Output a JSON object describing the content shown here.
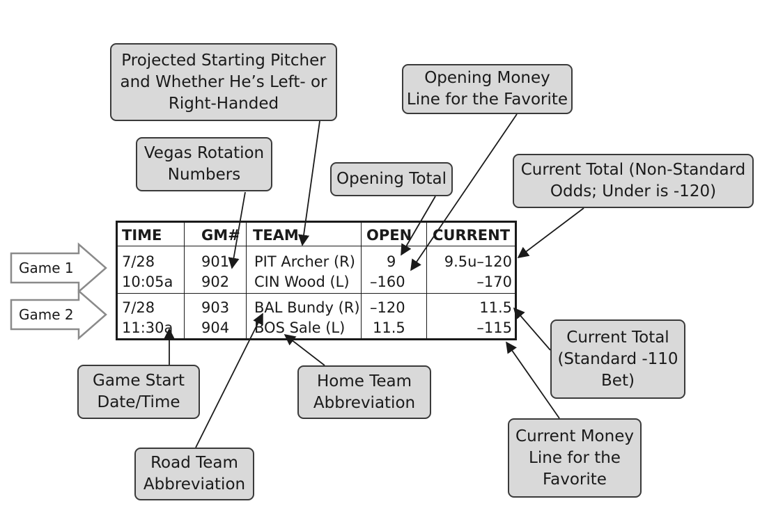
{
  "callouts": {
    "pitcher": [
      "Projected Starting Pitcher",
      "and Whether He’s Left- or",
      "Right-Handed"
    ],
    "rotation": [
      "Vegas Rotation",
      "Numbers"
    ],
    "opening_total": [
      "Opening Total"
    ],
    "opening_ml": [
      "Opening Money",
      "Line for the Favorite"
    ],
    "current_total_ns": [
      "Current Total (Non-Standard",
      "Odds; Under is -120)"
    ],
    "current_total_std": [
      "Current Total",
      "(Standard -110",
      "Bet)"
    ],
    "current_ml": [
      "Current Money",
      "Line for the",
      "Favorite"
    ],
    "start_time": [
      "Game Start",
      "Date/Time"
    ],
    "home_team": [
      "Home Team",
      "Abbreviation"
    ],
    "road_team": [
      "Road Team",
      "Abbreviation"
    ]
  },
  "game_labels": [
    "Game 1",
    "Game 2"
  ],
  "table": {
    "headers": {
      "time": "TIME",
      "gm": "GM#",
      "team": "TEAM",
      "open": "OPEN",
      "current": "CURRENT"
    },
    "rows": [
      {
        "time": "7/28",
        "gm": "901",
        "team": "PIT Archer (R)",
        "open": "9",
        "current": "9.5u–120"
      },
      {
        "time": "10:05a",
        "gm": "902",
        "team": "CIN Wood (L)",
        "open": "–160",
        "current": "–170"
      },
      {
        "time": "7/28",
        "gm": "903",
        "team": "BAL Bundy (R)",
        "open": "–120",
        "current": "11.5"
      },
      {
        "time": "11:30a",
        "gm": "904",
        "team": "BOS Sale (L)",
        "open": "11.5",
        "current": "–115"
      }
    ]
  },
  "colors": {
    "callout_fill": "#d9d9d9",
    "line": "#1a1a1a"
  }
}
